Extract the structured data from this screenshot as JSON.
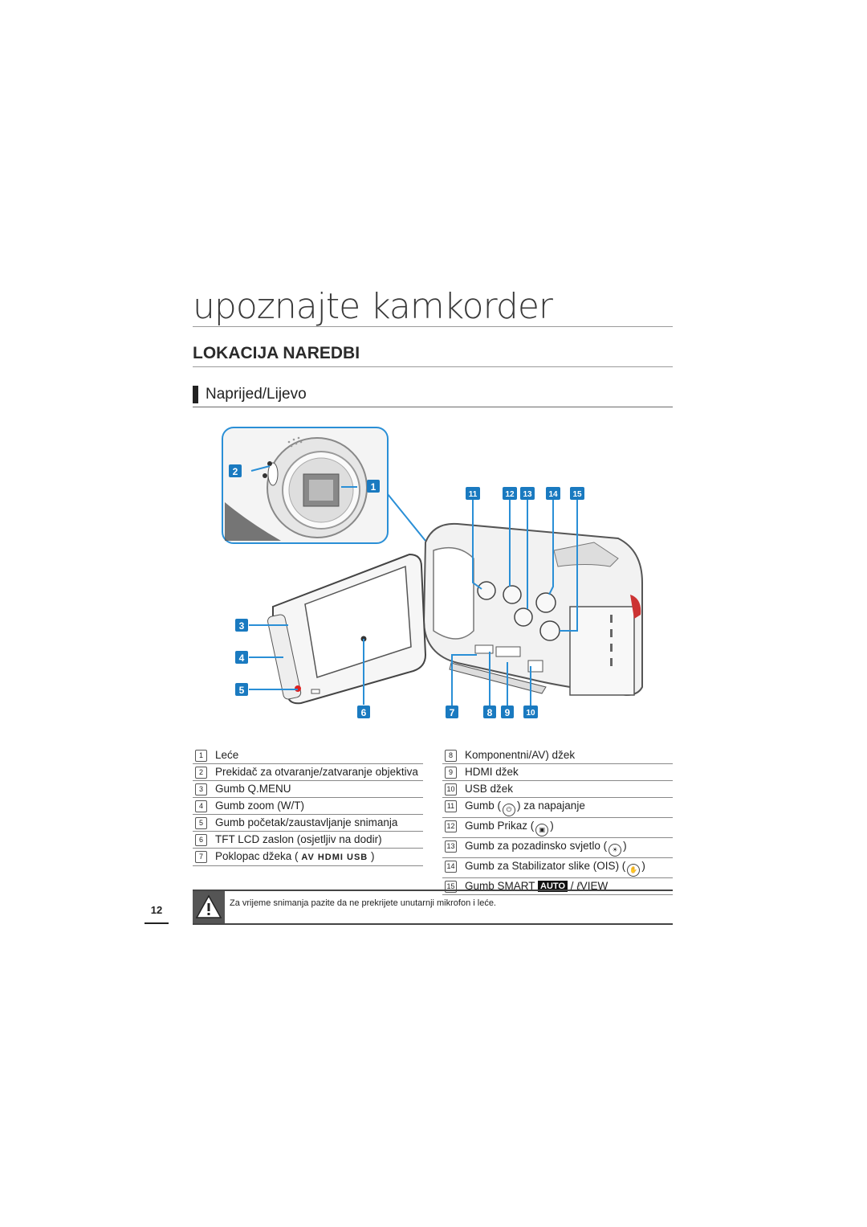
{
  "chapter_title": "upoznajte kamkorder",
  "section_title": "LOKACIJA NAREDBI",
  "sub_title": "Naprijed/Lijevo",
  "diagram_labels": {
    "c1": "1",
    "c2": "2",
    "c3": "3",
    "c4": "4",
    "c5": "5",
    "c6": "6",
    "c7": "7",
    "c8": "8",
    "c9": "9",
    "c10": "10",
    "c11": "11",
    "c12": "12",
    "c13": "13",
    "c14": "14",
    "c15": "15"
  },
  "legend_left": [
    {
      "num": "1",
      "text": "Leće"
    },
    {
      "num": "2",
      "text": "Prekidač za otvaranje/zatvaranje objektiva"
    },
    {
      "num": "3",
      "text": "Gumb Q.MENU"
    },
    {
      "num": "4",
      "text": "Gumb zoom (W/T)"
    },
    {
      "num": "5",
      "text": "Gumb početak/zaustavljanje snimanja"
    },
    {
      "num": "6",
      "text": "TFT LCD zaslon (osjetljiv na dodir)"
    },
    {
      "num": "7",
      "text": "Poklopac džeka (",
      "icons": "AV   HDMI   USB",
      "suffix": ")"
    }
  ],
  "legend_right": [
    {
      "num": "8",
      "text": "Komponentni/AV) džek"
    },
    {
      "num": "9",
      "text": "HDMI džek"
    },
    {
      "num": "10",
      "text": "USB džek"
    },
    {
      "num": "11",
      "text_a": "Gumb (",
      "text_b": ") za napajanje"
    },
    {
      "num": "12",
      "text_a": "Gumb Prikaz (",
      "text_b": ")"
    },
    {
      "num": "13",
      "text_a": "Gumb za pozadinsko svjetlo (",
      "text_b": ")"
    },
    {
      "num": "14",
      "text_a": "Gumb za Stabilizator slike (OIS) (",
      "text_b": ")"
    },
    {
      "num": "15",
      "text_a": "Gumb SMART",
      "badge": "AUTO",
      "text_b": "/",
      "text_c": "VIEW"
    }
  ],
  "note_text": "Za vrijeme snimanja pazite da ne prekrijete unutarnji mikrofon i leće.",
  "page_number": "12",
  "colors": {
    "accent": "#1a7ac0",
    "line": "#2a8fd6"
  }
}
